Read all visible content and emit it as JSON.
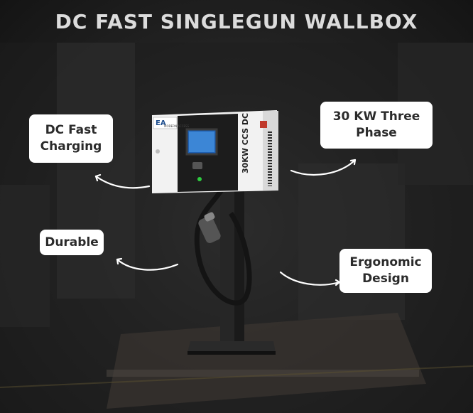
{
  "title": "DC FAST SINGLEGUN WALLBOX",
  "product": {
    "side_label": "30KW CCS DC",
    "logo_text": "EA",
    "logo_subtext": "MODERN ACCESS"
  },
  "callouts": {
    "dc_fast_line1": "DC Fast",
    "dc_fast_line2": "Charging",
    "three_phase_line1": "30 KW Three",
    "three_phase_line2": "Phase",
    "durable": "Durable",
    "ergonomic_line1": "Ergonomic",
    "ergonomic_line2": "Design"
  },
  "colors": {
    "title": "#dcdcdc",
    "callout_bg": "#ffffff",
    "callout_text": "#2b2b2b",
    "charger_body": "#f2f2f2",
    "panel": "#1c1c1c",
    "screen": "#1f5fb0"
  }
}
